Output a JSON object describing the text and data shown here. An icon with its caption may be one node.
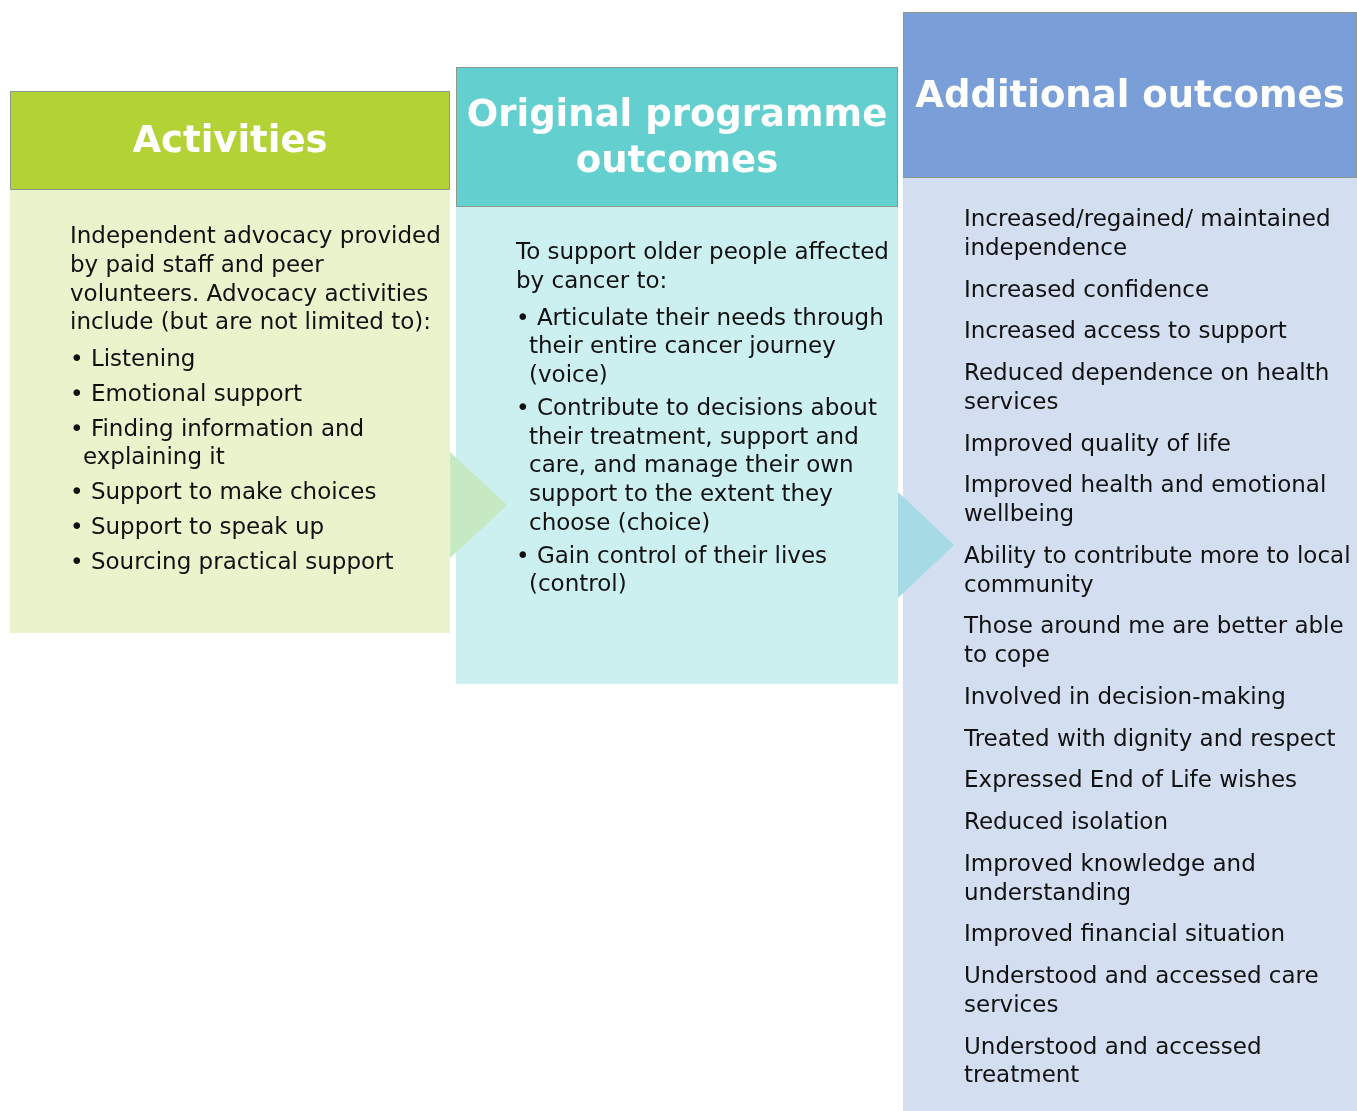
{
  "diagram": {
    "nodes": [
      {
        "text": [
          "Activities",
          "Independent advocacy provided by paid staff and peer volunteers. Advocacy activities include (but are not limited to):",
          "• Listening",
          "• Emotional support",
          "• Finding information and explaining it",
          "• Support to make choices",
          "• Support to speak up",
          "• Sourcing practical support"
        ]
      },
      {
        "text": [
          "Original programme outcomes",
          "To support older people affected by cancer to:",
          "• Articulate their needs through their entire cancer journey (voice)",
          "• Contribute to decisions about their treatment, support and care, and manage their own support to the extent they choose (choice)",
          "• Gain control of their lives (control)"
        ]
      },
      {
        "text": [
          "Additional outcomes",
          "Increased/regained/ maintained independence",
          "Increased confidence",
          "Increased access to support",
          "Reduced dependence on health services",
          "Improved quality of life",
          "Improved health and emotional wellbeing",
          "Ability to contribute more to local community",
          "Those around me are better able to cope",
          "Involved in decision-making",
          "Treated with dignity and respect",
          "Expressed End of Life wishes",
          "Reduced isolation",
          "Improved knowledge and understanding",
          "Improved financial situation",
          "Understood and accessed care services",
          "Understood and accessed treatment"
        ]
      }
    ],
    "edges": [
      {
        "from": 0,
        "to": 1,
        "arrow": "to"
      },
      {
        "from": 1,
        "to": 2,
        "arrow": "to"
      }
    ]
  }
}
